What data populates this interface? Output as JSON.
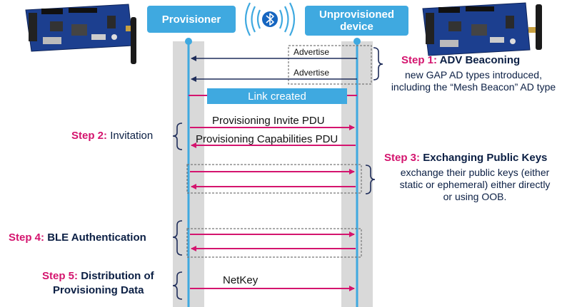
{
  "lanes": {
    "provisioner": "Provisioner",
    "unprovisioned_line1": "Unprovisioned",
    "unprovisioned_line2": "device"
  },
  "messages": {
    "advertise_1": "Advertise",
    "advertise_2": "Advertise",
    "link_created": "Link created",
    "invite_pdu": "Provisioning Invite PDU",
    "capabilities_pdu": "Provisioning Capabilities PDU",
    "netkey": "NetKey"
  },
  "steps": {
    "step1": {
      "num": "Step 1",
      "sep": ": ",
      "title": "ADV Beaconing",
      "desc_line1": "new GAP AD types introduced,",
      "desc_line2": "including the “Mesh Beacon” AD type"
    },
    "step2": {
      "num": "Step 2",
      "sep": ": ",
      "title": "Invitation"
    },
    "step3": {
      "num": "Step 3",
      "sep": ": ",
      "title": "Exchanging Public Keys",
      "desc_line1": "exchange their public keys (either",
      "desc_line2": "static or ephemeral) either directly",
      "desc_line3": "or using OOB."
    },
    "step4": {
      "num": "Step 4",
      "sep": ": ",
      "title": "BLE Authentication"
    },
    "step5": {
      "num": "Step 5",
      "sep": ": ",
      "title_line1": "Distribution of",
      "title_line2": "Provisioning Data"
    }
  },
  "colors": {
    "lane_blue": "#3fa9e0",
    "lane_band": "#d9d9d9",
    "arrow_pink": "#d4146e",
    "arrow_navy": "#1f2d5a",
    "step_pink": "#d4146e",
    "text_navy": "#0b1f44"
  },
  "icons": {
    "bluetooth": "bluetooth-icon",
    "wireless": "wireless-waves-icon",
    "board": "dev-board-image"
  }
}
